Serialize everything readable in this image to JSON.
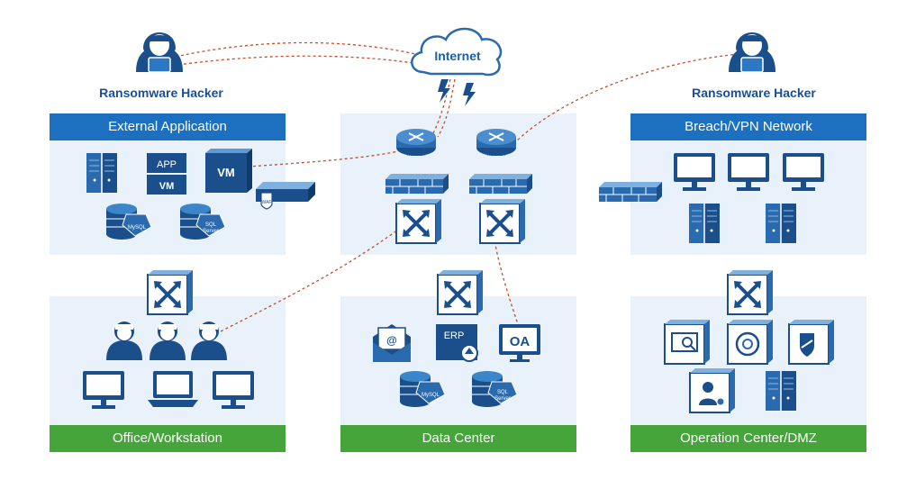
{
  "hackers": [
    {
      "label": "Ransomware Hacker"
    },
    {
      "label": "Ransomware Hacker"
    }
  ],
  "cloud": {
    "label": "Internet"
  },
  "panels": {
    "external_app": {
      "title": "External Application"
    },
    "breach_vpn": {
      "title": "Breach/VPN Network"
    },
    "office": {
      "title": "Office/Workstation"
    },
    "data_center": {
      "title": "Data Center"
    },
    "operation_center": {
      "title": "Operation Center/DMZ"
    }
  },
  "icon_text": {
    "app": "APP",
    "vm": "VM",
    "router": "ROUTER",
    "mysql": "MySQL",
    "sql": "SQL",
    "server": "Server",
    "erp": "ERP",
    "oa": "OA",
    "waf": "WAF",
    "at": "@"
  },
  "colors": {
    "blue_bar": "#1d6fbf",
    "green_bar": "#46a53a",
    "panel_bg": "#e9f2fa",
    "icon_dark": "#1b4f8c",
    "attack_line": "#c0502d"
  }
}
